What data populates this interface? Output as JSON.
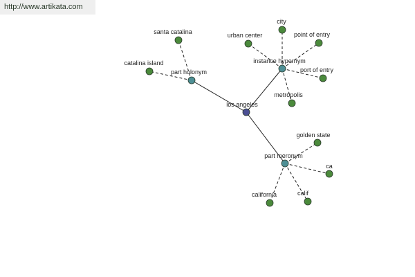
{
  "banner": {
    "url": "http://www.artikata.com"
  },
  "colors": {
    "center_node": "#4b4f93",
    "relation_node": "#4e8f95",
    "leaf_node": "#4b8a3c",
    "edge": "#222222"
  },
  "graph": {
    "center": {
      "id": "los-angeles",
      "label": "los angeles"
    },
    "relations": [
      {
        "id": "part-holonym",
        "label": "part holonym"
      },
      {
        "id": "instance-hypernym",
        "label": "instance hypernym"
      },
      {
        "id": "part-meronym",
        "label": "part meronym"
      }
    ],
    "leaves": [
      {
        "id": "santa-catalina",
        "label": "santa catalina",
        "relation": "part-holonym"
      },
      {
        "id": "catalina-island",
        "label": "catalina island",
        "relation": "part-holonym"
      },
      {
        "id": "city",
        "label": "city",
        "relation": "instance-hypernym"
      },
      {
        "id": "urban-center",
        "label": "urban center",
        "relation": "instance-hypernym"
      },
      {
        "id": "point-of-entry-1",
        "label": "point of entry",
        "relation": "instance-hypernym"
      },
      {
        "id": "point-of-entry-2",
        "label": "port of entry",
        "relation": "instance-hypernym"
      },
      {
        "id": "metropolis",
        "label": "metropolis",
        "relation": "instance-hypernym"
      },
      {
        "id": "golden-state",
        "label": "golden state",
        "relation": "part-meronym"
      },
      {
        "id": "ca",
        "label": "ca",
        "relation": "part-meronym"
      },
      {
        "id": "calif",
        "label": "calif",
        "relation": "part-meronym"
      },
      {
        "id": "california",
        "label": "california",
        "relation": "part-meronym"
      }
    ]
  }
}
